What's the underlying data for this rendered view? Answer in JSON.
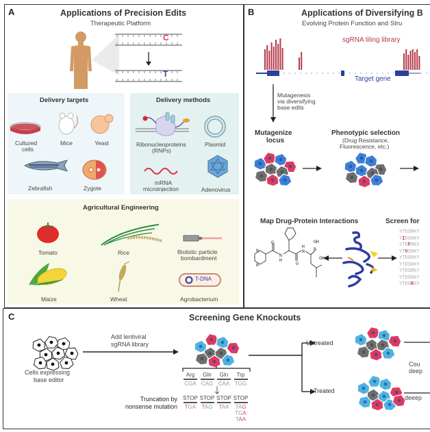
{
  "panel_a": {
    "label": "A",
    "title": "Applications of Precision Edits",
    "subtitle": "Therapeutic Platform",
    "dna_before_base": "C",
    "dna_after_base": "T",
    "delivery_targets": {
      "title": "Delivery targets",
      "items": [
        {
          "label_line1": "Cultured",
          "label_line2": "cells",
          "icon": "petri-dish-icon"
        },
        {
          "label_line1": "Mice",
          "icon": "mouse-icon"
        },
        {
          "label_line1": "Yeast",
          "icon": "yeast-icon"
        },
        {
          "label_line1": "Zebrafish",
          "icon": "zebrafish-icon"
        },
        {
          "label_line1": "Zygote",
          "icon": "zygote-icon"
        }
      ]
    },
    "delivery_methods": {
      "title": "Delivery methods",
      "items": [
        {
          "label_line1": "Ribonucleoproteins",
          "label_line2": "(RNPs)",
          "icon": "rnp-icon"
        },
        {
          "label_line1": "Plasmid",
          "icon": "plasmid-icon"
        },
        {
          "label_line1": "mRNA",
          "label_line2": "microinjection",
          "icon": "mrna-icon"
        },
        {
          "label_line1": "Adenovirus",
          "icon": "adenovirus-icon"
        }
      ]
    },
    "agricultural": {
      "title": "Agricultural Engineering",
      "items": [
        {
          "label_line1": "Tomato",
          "icon": "tomato-icon"
        },
        {
          "label_line1": "Rice",
          "icon": "rice-icon"
        },
        {
          "label_line1": "Biolistic particle",
          "label_line2": "bombardment",
          "icon": "gene-gun-icon"
        },
        {
          "label_line1": "Maize",
          "icon": "maize-icon"
        },
        {
          "label_line1": "Wheat",
          "icon": "wheat-icon"
        },
        {
          "label_line1": "Agrobacterium",
          "icon": "agrobacterium-icon",
          "inner_label": "T-DNA"
        }
      ]
    },
    "colors": {
      "targets_bg": "#eef6f9",
      "methods_bg": "#e3f1f1",
      "agri_bg": "#f8f8e6",
      "human": "#d39a64"
    }
  },
  "panel_b": {
    "label": "B",
    "title": "Applications of Diversifying B",
    "subtitle": "Evolving Protein Function and Stru",
    "library_label": "sgRNA tiling library",
    "gene_label": "Target gene",
    "mutagenesis_text": [
      "Mutagenesis",
      "via diversifying",
      "base edits"
    ],
    "step1_title": [
      "Mutagenize",
      "locus"
    ],
    "step2_title": "Phenotypic selection",
    "step2_sub": [
      "(Drug Resistance,",
      "Fluorescence, etc.)"
    ],
    "step3_title": "Map Drug-Protein Interactions",
    "step4_title": "Screen for",
    "molecule_atoms": {
      "oh1": "OH",
      "oh2": "OH",
      "b": "B",
      "o1": "O",
      "o2": "O",
      "n1": "N",
      "n2": "N",
      "nh1": "N",
      "nh2": "N",
      "h1": "H",
      "h2": "H"
    },
    "sequences": [
      {
        "pre": "Y",
        "mut": "",
        "post": "TDSRKY"
      },
      {
        "pre": "Y",
        "mut": "I",
        "post": "DSRKY"
      },
      {
        "pre": "YTD",
        "mut": "F",
        "post": "RKY"
      },
      {
        "pre": "YT",
        "mut": "V",
        "post": "SRKY"
      },
      {
        "pre": "Y",
        "mut": "",
        "post": "TDSRKY"
      },
      {
        "pre": "Y",
        "mut": "",
        "post": "TDSRKY"
      },
      {
        "pre": "Y",
        "mut": "",
        "post": "TDSRKY"
      },
      {
        "pre": "Y",
        "mut": "",
        "post": "TDSRKY"
      },
      {
        "pre": "YTDS",
        "mut": "K",
        "post": "KY"
      }
    ],
    "colors": {
      "library": "#b5384a",
      "gene": "#2d3f9a",
      "mut": "#c8336a"
    }
  },
  "panel_c": {
    "label": "C",
    "title": "Screening Gene Knockouts",
    "cells_label": [
      "Cells expressing",
      "base editor"
    ],
    "library_label": [
      "Add lentiviral",
      "sgRNA library"
    ],
    "truncation_label": [
      "Truncation by",
      "nonsense mutation"
    ],
    "codons": [
      {
        "aa": "Arg",
        "nt": "CGA",
        "stop": [
          {
            "r": "T",
            "k": "GA"
          }
        ]
      },
      {
        "aa": "Gln",
        "nt": "CAG",
        "stop": [
          {
            "r": "T",
            "k": "AG"
          }
        ]
      },
      {
        "aa": "Gln",
        "nt": "CAA",
        "stop": [
          {
            "r": "T",
            "k": "AA"
          }
        ]
      },
      {
        "aa": "Trp",
        "nt": "TGG",
        "stop": [
          {
            "k": "TA",
            "r": "G",
            "pre": "T"
          },
          {
            "k": "TG",
            "r": "A"
          },
          {
            "k": "T",
            "r": "AA"
          }
        ]
      }
    ],
    "stop_label": "STOP",
    "untreated": "Untreated",
    "treated": "Treated",
    "count_label": [
      "Cou",
      "deep"
    ],
    "count_label2": "deeep",
    "colors": {
      "blue_cell": "#4fb3e0",
      "pink_cell": "#e0395f",
      "grey_cell": "#6e6e6e"
    }
  }
}
